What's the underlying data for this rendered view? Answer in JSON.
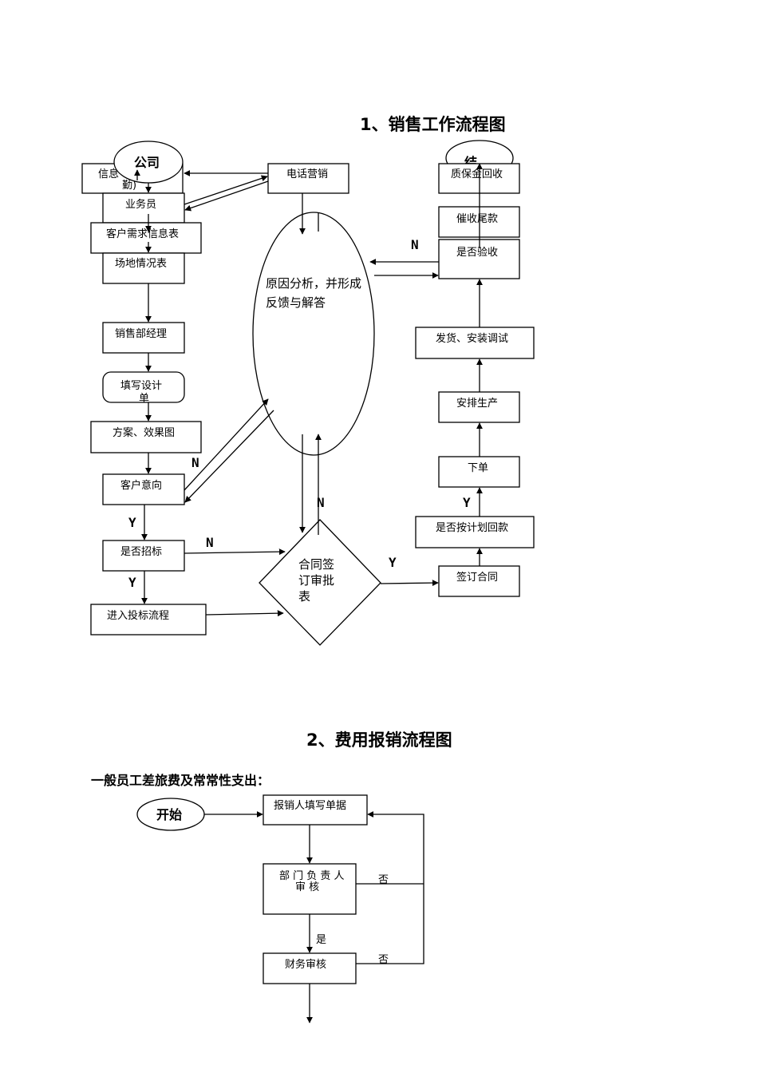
{
  "sales": {
    "title": "1、销售工作流程图",
    "company": "公司",
    "info_box": "信息",
    "info_box_tail": "勤)",
    "salesperson": "业务员",
    "customer_needs": "客户需求信息表",
    "site_info": "场地情况表",
    "sales_manager": "销售部经理",
    "design_form_l1": "填写设计",
    "design_form_l2": "单",
    "plan_render": "方案、效果图",
    "customer_intent": "客户意向",
    "bidding_q": "是否招标",
    "bidding_flow": "进入投标流程",
    "phone_sales": "电话营销",
    "analysis_l1": "原因分析，并形成",
    "analysis_l2": "反馈与解答",
    "contract_l1": "合同签",
    "contract_l2": "订审批",
    "contract_l3": "表",
    "sign_contract": "签订合同",
    "payment_q": "是否按计划回款",
    "order": "下单",
    "production": "安排生产",
    "delivery": "发货、安装调试",
    "acceptance_q": "是否验收",
    "collect_tail": "催收尾款",
    "warranty": "质保金回收",
    "end_partial": "结",
    "n": "N",
    "y": "Y"
  },
  "expense": {
    "title": "2、费用报销流程图",
    "subtitle": "一般员工差旅费及常常性支出：",
    "start": "开始",
    "fill_form": "报销人填写单据",
    "dept_l1": "部 门 负 责 人",
    "dept_l2": "审    核",
    "finance": "财务审核",
    "no": "否",
    "yes": "是"
  }
}
